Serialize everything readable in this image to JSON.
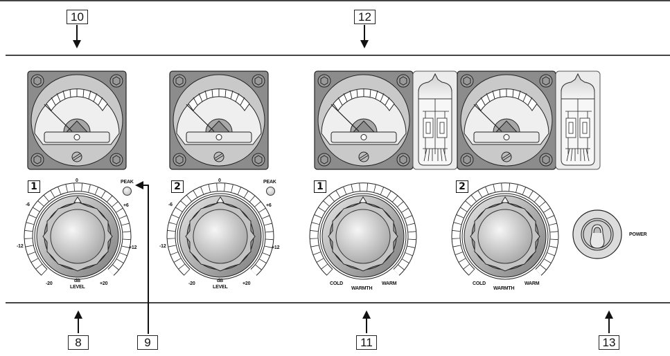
{
  "callouts": {
    "c10": "10",
    "c12": "12",
    "c8": "8",
    "c9": "9",
    "c11": "11",
    "c13": "13"
  },
  "level_controls": [
    {
      "channel": "1",
      "scale": {
        "top": "0",
        "left_upper": "-6",
        "right_upper": "+6",
        "left_lower": "-12",
        "right_lower": "+12",
        "bottom_left": "-20",
        "bottom_right": "+20"
      },
      "unit": "dB",
      "name": "LEVEL",
      "peak_label": "PEAK"
    },
    {
      "channel": "2",
      "scale": {
        "top": "0",
        "left_upper": "-6",
        "right_upper": "+6",
        "left_lower": "-12",
        "right_lower": "+12",
        "bottom_left": "-20",
        "bottom_right": "+20"
      },
      "unit": "dB",
      "name": "LEVEL",
      "peak_label": "PEAK"
    }
  ],
  "warmth_controls": [
    {
      "channel": "1",
      "left": "COLD",
      "right": "WARM",
      "name": "WARMTH"
    },
    {
      "channel": "2",
      "left": "COLD",
      "right": "WARM",
      "name": "WARMTH"
    }
  ],
  "power": {
    "label": "POWER"
  },
  "colors": {
    "panel_dark": "#8a8a8a",
    "bezel": "#c8c8c8",
    "face": "#ececec",
    "knob": "#d8d8d8",
    "line": "#222222"
  }
}
